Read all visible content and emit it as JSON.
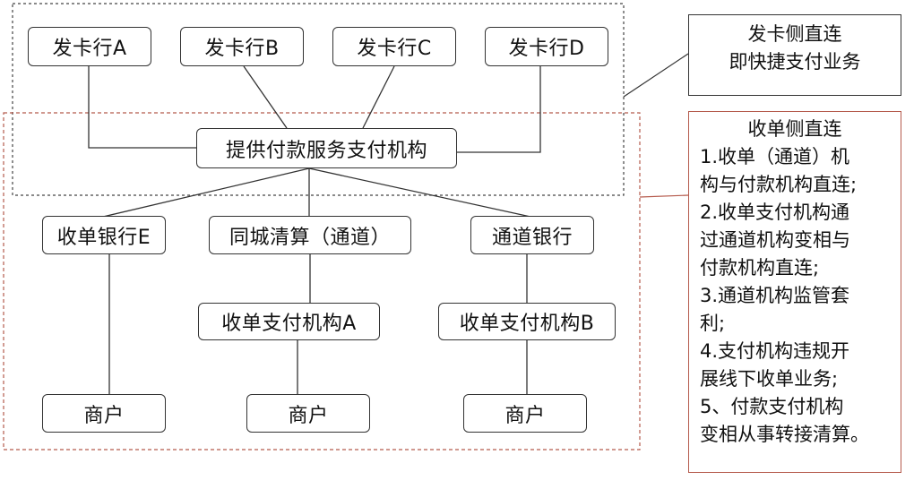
{
  "issuers": [
    "发卡行A",
    "发卡行B",
    "发卡行C",
    "发卡行D"
  ],
  "hub": "提供付款服务支付机构",
  "channels": [
    "收单银行E",
    "同城清算（通道）",
    "通道银行"
  ],
  "acquirers": [
    "收单支付机构A",
    "收单支付机构B"
  ],
  "merchants": [
    "商户",
    "商户",
    "商户"
  ],
  "note_issuer": {
    "lines": [
      "发卡侧直连",
      "即快捷支付业务"
    ]
  },
  "note_acquirer": {
    "title": "收单侧直连",
    "lines": [
      "1.收单（通道）机",
      "构与付款机构直连;",
      "2.收单支付机构通",
      "过通道机构变相与",
      "付款机构直连;",
      "3.通道机构监管套",
      "利;",
      "4.支付机构违规开",
      "展线下收单业务;",
      "5、付款支付机构",
      "变相从事转接清算。"
    ]
  },
  "colors": {
    "box_border": "#333333",
    "line": "#333333",
    "issuer_region": "#444444",
    "acquirer_region": "#b55a4c"
  }
}
